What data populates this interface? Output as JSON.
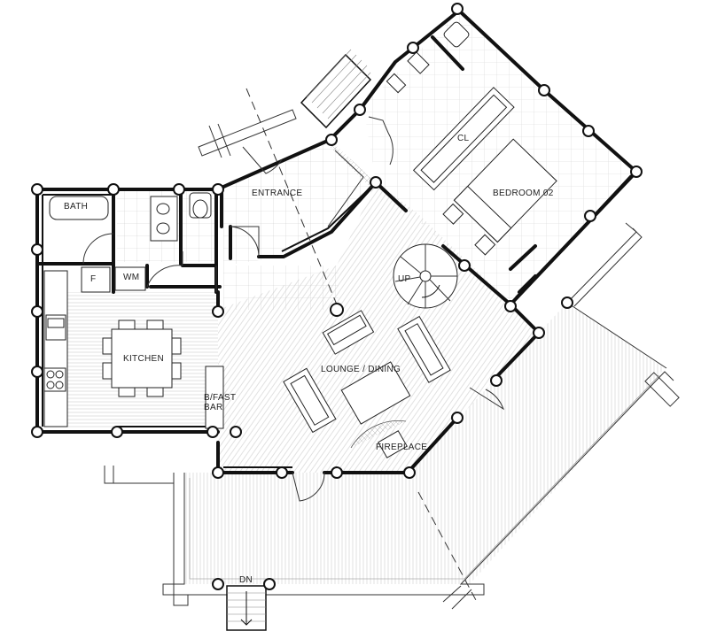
{
  "rooms": {
    "bath": "BATH",
    "fridge": "F",
    "washing_machine": "WM",
    "kitchen": "KITCHEN",
    "breakfast_bar": "B/FAST BAR",
    "entrance": "ENTRANCE",
    "closet": "CL",
    "bedroom": "BEDROOM  02",
    "stair_up": "UP",
    "lounge_dining": "LOUNGE  /  DINING",
    "fireplace": "FIREPLACE",
    "stair_down": "DN"
  }
}
